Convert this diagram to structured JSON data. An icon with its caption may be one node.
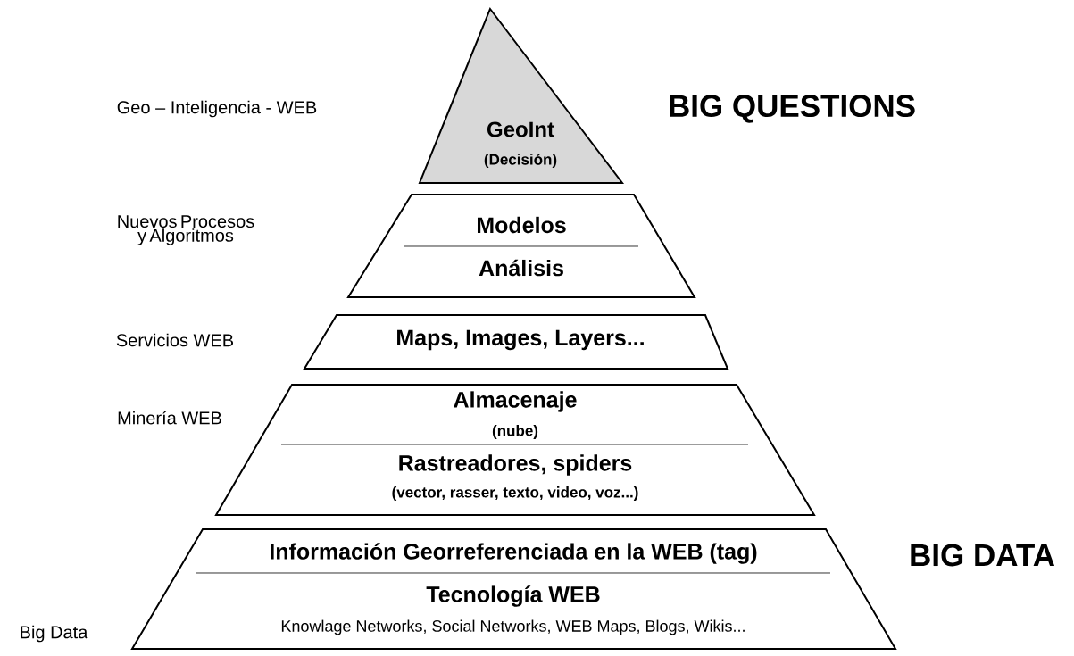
{
  "diagram": {
    "nodes": [
      {
        "text": [
          "GeoInt",
          "(Decisión)"
        ]
      },
      {
        "text": [
          "Modelos",
          "Análisis"
        ]
      },
      {
        "text": [
          "Maps, Images, Layers..."
        ]
      },
      {
        "text": [
          "Almacenaje",
          "(nube)",
          "Rastreadores, spiders",
          "(vector, rasser, texto, video, voz...)"
        ]
      },
      {
        "text": [
          "Información Georreferenciada en la WEB (tag)",
          "Tecnología WEB",
          "Knowlage Networks, Social Networks, WEB Maps, Blogs, Wikis..."
        ]
      }
    ],
    "labels": [
      "Geo – Inteligencia - WEB",
      "BIG QUESTIONS",
      "Nuevos Procesos y Algoritmos",
      "Servicios WEB",
      "Minería WEB",
      "BIG DATA",
      "Big Data"
    ]
  }
}
